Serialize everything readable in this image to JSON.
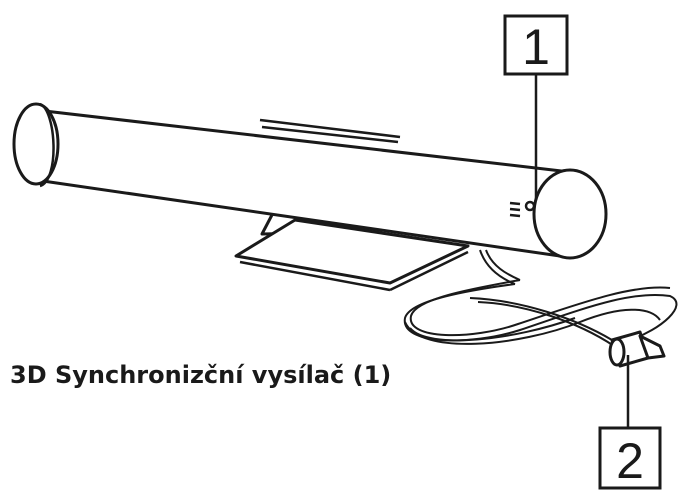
{
  "callouts": [
    {
      "label": "1",
      "part": "transmitter-body"
    },
    {
      "label": "2",
      "part": "cable-connector"
    }
  ],
  "caption": "3D Synchronizční vysílač (1)",
  "colors": {
    "line": "#1a1a1a",
    "background": "#ffffff"
  },
  "icons": [
    "ir-window-icon"
  ]
}
